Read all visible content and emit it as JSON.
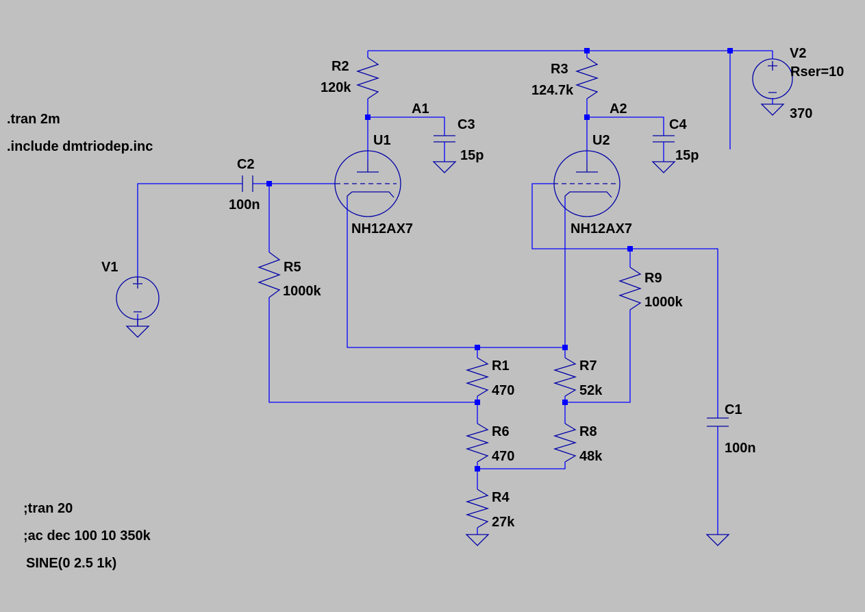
{
  "directives": [
    ".tran 2m",
    ".include dmtriodep.inc",
    ";tran 20",
    ";ac dec 100 10 350k",
    "SINE(0 2.5 1k)"
  ],
  "components": {
    "R1": {
      "name": "R1",
      "value": "470"
    },
    "R2": {
      "name": "R2",
      "value": "120k"
    },
    "R3": {
      "name": "R3",
      "value": "124.7k"
    },
    "R4": {
      "name": "R4",
      "value": "27k"
    },
    "R5": {
      "name": "R5",
      "value": "1000k"
    },
    "R6": {
      "name": "R6",
      "value": "470"
    },
    "R7": {
      "name": "R7",
      "value": "52k"
    },
    "R8": {
      "name": "R8",
      "value": "48k"
    },
    "R9": {
      "name": "R9",
      "value": "1000k"
    },
    "C1": {
      "name": "C1",
      "value": "100n"
    },
    "C2": {
      "name": "C2",
      "value": "100n"
    },
    "C3": {
      "name": "C3",
      "value": "15p"
    },
    "C4": {
      "name": "C4",
      "value": "15p"
    },
    "U1": {
      "name": "U1",
      "value": "NH12AX7"
    },
    "U2": {
      "name": "U2",
      "value": "NH12AX7"
    },
    "V1": {
      "name": "V1"
    },
    "V2": {
      "name": "V2",
      "param": "Rser=10",
      "value": "370"
    }
  },
  "nets": {
    "A1": "A1",
    "A2": "A2"
  },
  "colors": {
    "background": "#c0c0c0",
    "wire": "#0000ff",
    "component": "#0000a8",
    "text": "#000000"
  }
}
